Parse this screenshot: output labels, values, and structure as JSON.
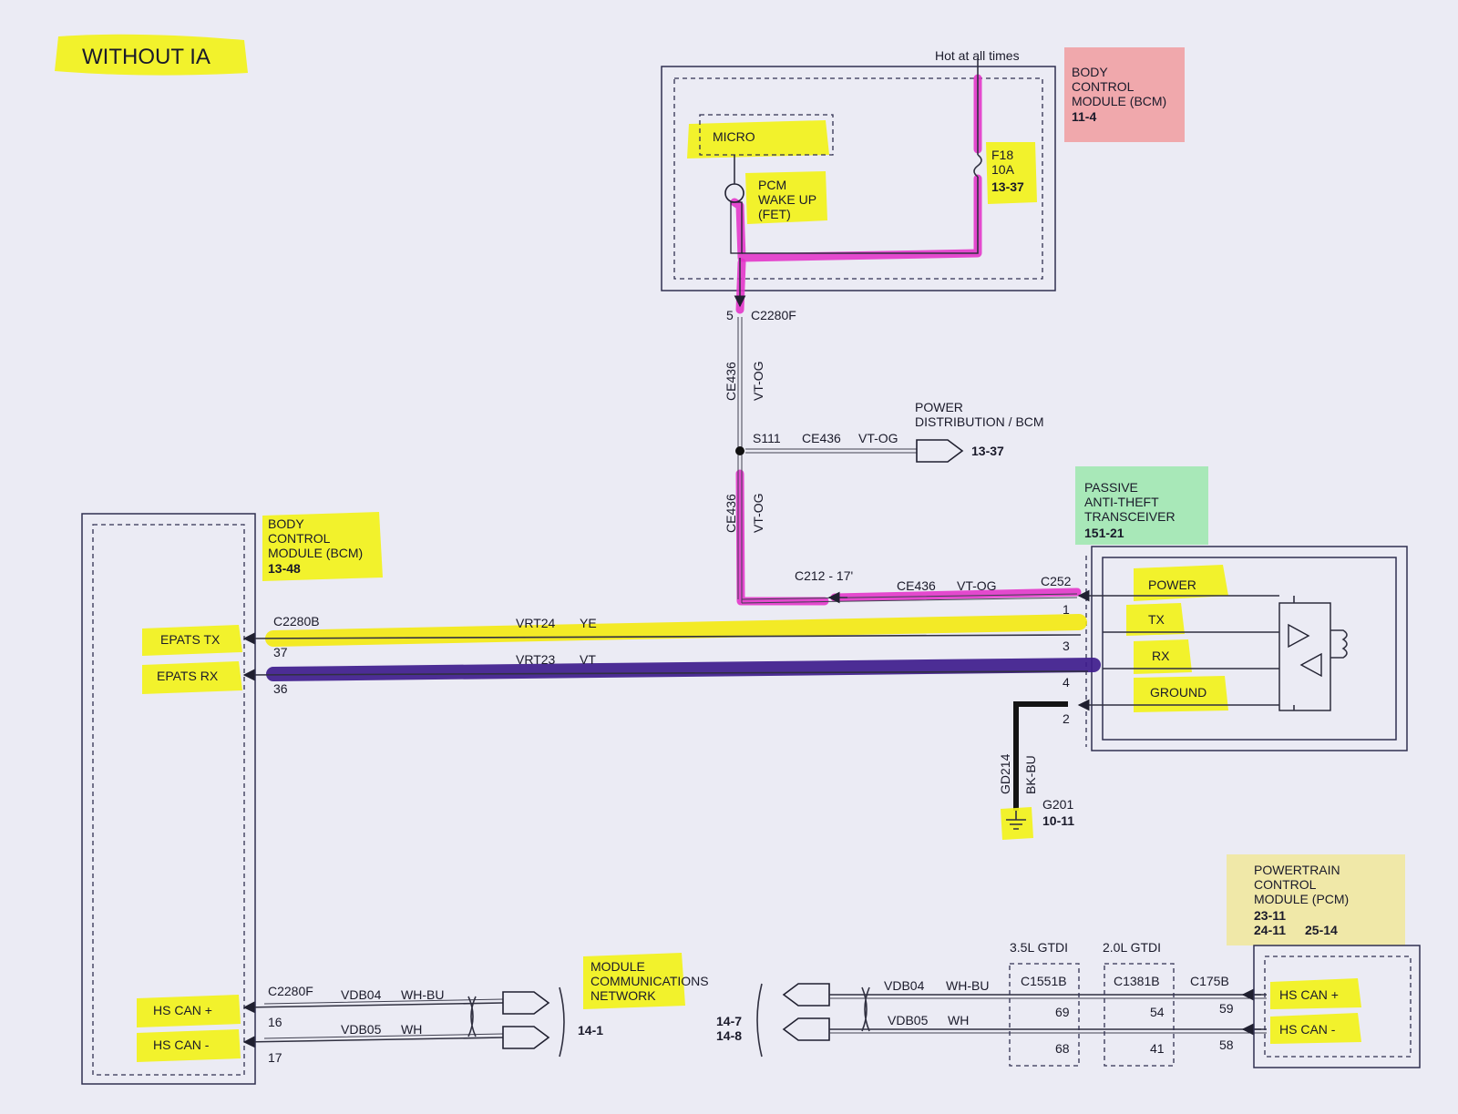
{
  "title": "WITHOUT IA",
  "colors": {
    "highlight_yellow": "#f2f21a",
    "highlight_magenta": "#e232c8",
    "highlight_purple": "#3e1c8c",
    "bcm_label_bg": "#f0a8ac",
    "patt_label_bg": "#a8e8b8",
    "pcm_label_bg": "#f0e8a8"
  },
  "bcm_top": {
    "label": [
      "BODY",
      "CONTROL",
      "MODULE (BCM)"
    ],
    "ref": "11-4",
    "hot_label": "Hot at all times",
    "micro": "MICRO",
    "fet": [
      "PCM",
      "WAKE UP",
      "(FET)"
    ],
    "fuse": [
      "F18",
      "10A"
    ],
    "fuse_ref": "13-37"
  },
  "wire_top": {
    "pin": "5",
    "connector": "C2280F",
    "circuit": "CE436",
    "color": "VT-OG",
    "splice": "S111",
    "branch_circuit": "CE436",
    "branch_color": "VT-OG",
    "dest": [
      "POWER",
      "DISTRIBUTION / BCM"
    ],
    "dest_ref": "13-37",
    "circuit2": "CE436",
    "color2": "VT-OG",
    "inline": "C212 - 17'",
    "circuit3": "CE436",
    "color3": "VT-OG",
    "c252": "C252"
  },
  "patt": {
    "label": [
      "PASSIVE",
      "ANTI-THEFT",
      "TRANSCEIVER"
    ],
    "ref": "151-21",
    "pins": [
      {
        "name": "POWER",
        "num": "1"
      },
      {
        "name": "TX",
        "num": "3"
      },
      {
        "name": "RX",
        "num": "4"
      },
      {
        "name": "GROUND",
        "num": "2"
      }
    ]
  },
  "bcm_left": {
    "label": [
      "BODY",
      "CONTROL",
      "MODULE (BCM)"
    ],
    "ref": "13-48",
    "connector": "C2280B",
    "epats_tx": "EPATS TX",
    "epats_rx": "EPATS RX",
    "pin_tx": "37",
    "pin_rx": "36",
    "wire_tx": "VRT24",
    "wire_tx_color": "YE",
    "wire_rx": "VRT23",
    "wire_rx_color": "VT"
  },
  "ground": {
    "circuit": "GD214",
    "color": "BK-BU",
    "point": "G201",
    "ref": "10-11"
  },
  "can_left": {
    "connector": "C2280F",
    "hs_plus": "HS CAN +",
    "hs_minus": "HS CAN -",
    "pin_plus": "16",
    "pin_minus": "17",
    "w1": "VDB04",
    "w1c": "WH-BU",
    "w2": "VDB05",
    "w2c": "WH"
  },
  "network": {
    "label": [
      "MODULE",
      "COMMUNICATIONS",
      "NETWORK"
    ],
    "ref_left": "14-1",
    "ref_right_1": "14-7",
    "ref_right_2": "14-8"
  },
  "can_right": {
    "w1": "VDB04",
    "w1c": "WH-BU",
    "w2": "VDB05",
    "w2c": "WH",
    "eng1": "3.5L GTDI",
    "eng2": "2.0L GTDI",
    "c1": "C1551B",
    "c2": "C1381B",
    "c3": "C175B",
    "p1a": "69",
    "p1b": "68",
    "p2a": "54",
    "p2b": "41",
    "p3a": "59",
    "p3b": "58"
  },
  "pcm": {
    "label": [
      "POWERTRAIN",
      "CONTROL",
      "MODULE (PCM)"
    ],
    "refs": [
      "23-11",
      "24-11",
      "25-14"
    ],
    "hs_plus": "HS CAN +",
    "hs_minus": "HS CAN -"
  }
}
